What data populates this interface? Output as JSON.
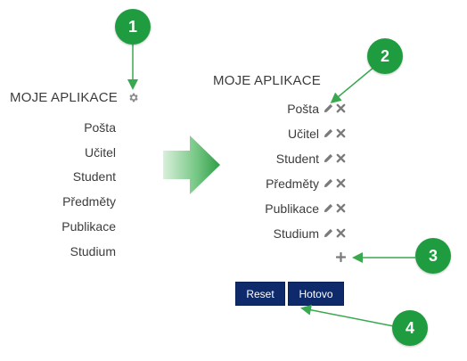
{
  "left_panel": {
    "title": "MOJE APLIKACE",
    "items": [
      "Pošta",
      "Učitel",
      "Student",
      "Předměty",
      "Publikace",
      "Studium"
    ]
  },
  "right_panel": {
    "title": "MOJE APLIKACE",
    "items": [
      "Pošta",
      "Učitel",
      "Student",
      "Předměty",
      "Publikace",
      "Studium"
    ],
    "reset_label": "Reset",
    "done_label": "Hotovo"
  },
  "callouts": [
    "1",
    "2",
    "3",
    "4"
  ],
  "colors": {
    "callout_green": "#1f9c3f",
    "button_navy": "#0e2a6b",
    "arrow_green": "#3aa84f"
  },
  "icons": {
    "settings": "gear-icon",
    "edit": "pencil-icon",
    "remove": "close-icon",
    "add": "plus-icon",
    "transition": "right-arrow-icon"
  }
}
